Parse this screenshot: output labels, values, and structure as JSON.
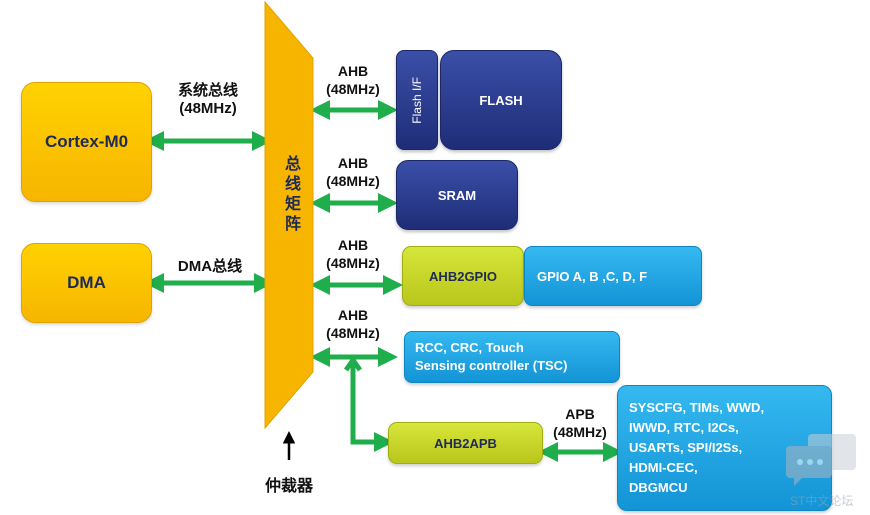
{
  "masters": {
    "cortex": "Cortex-M0",
    "dma": "DMA"
  },
  "links": {
    "system_bus_line1": "系统总线",
    "system_bus_line2": "(48MHz)",
    "dma_bus": "DMA总线",
    "ahb_1_line1": "AHB",
    "ahb_1_line2": "(48MHz)",
    "ahb_2_line1": "AHB",
    "ahb_2_line2": "(48MHz)",
    "ahb_3_line1": "AHB",
    "ahb_3_line2": "(48MHz)",
    "ahb_4_line1": "AHB",
    "ahb_4_line2": "(48MHz)",
    "apb_line1": "APB",
    "apb_line2": "(48MHz)"
  },
  "matrix": {
    "label": "总线矩阵",
    "arbiter": "仲裁器"
  },
  "slaves": {
    "flash_if": "Flash I/F",
    "flash": "FLASH",
    "sram": "SRAM",
    "ahb2gpio": "AHB2GPIO",
    "gpio": "GPIO A, B ,C, D, F",
    "rcc_line1": "RCC, CRC, Touch",
    "rcc_line2": "Sensing controller (TSC)",
    "ahb2apb": "AHB2APB",
    "apb_periph": [
      "SYSCFG, TIMs, WWD,",
      "IWWD, RTC, I2Cs,",
      "USARTs, SPI/I2Ss,",
      "HDMI-CEC,",
      "DBGMCU"
    ]
  },
  "watermark": "ST中文论坛",
  "colors": {
    "arrow_green": "#1fae4b",
    "matrix_gold": "#f7b500",
    "navy": "#1f2d78",
    "olive": "#c2cf22",
    "cyan": "#1aa3e3"
  }
}
